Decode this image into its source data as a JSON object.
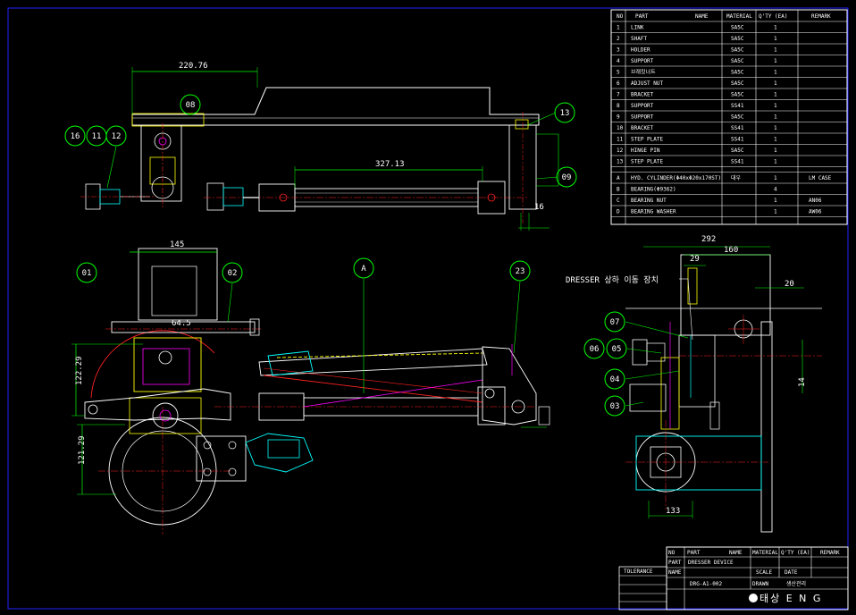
{
  "colors": {
    "background": "#000000",
    "frame": "#2222ff",
    "outline": "#ffffff",
    "dimension": "#00ff00",
    "center_line": "#ff2222",
    "part": "#ffff00",
    "cylinder": "#00ffff",
    "hidden": "#ff00ff"
  },
  "parts_table": {
    "headers": {
      "no": "NO",
      "part": "PART",
      "name": "NAME",
      "material": "MATERIAL",
      "qty": "Q'TY (EA)",
      "remark": "REMARK"
    },
    "rows": [
      {
        "no": "1",
        "name": "LINK",
        "material": "SA5C",
        "qty": "1",
        "remark": ""
      },
      {
        "no": "2",
        "name": "SHAFT",
        "material": "SA5C",
        "qty": "1",
        "remark": ""
      },
      {
        "no": "3",
        "name": "HOLDER",
        "material": "SA5C",
        "qty": "1",
        "remark": ""
      },
      {
        "no": "4",
        "name": "SUPPORT",
        "material": "SA5C",
        "qty": "1",
        "remark": ""
      },
      {
        "no": "5",
        "name": "브래킷너트",
        "material": "SA5C",
        "qty": "1",
        "remark": ""
      },
      {
        "no": "6",
        "name": "ADJUST NUT",
        "material": "SA5C",
        "qty": "1",
        "remark": ""
      },
      {
        "no": "7",
        "name": "BRACKET",
        "material": "SA5C",
        "qty": "1",
        "remark": ""
      },
      {
        "no": "8",
        "name": "SUPPORT",
        "material": "SS41",
        "qty": "1",
        "remark": ""
      },
      {
        "no": "9",
        "name": "SUPPORT",
        "material": "SA5C",
        "qty": "1",
        "remark": ""
      },
      {
        "no": "10",
        "name": "BRACKET",
        "material": "SS41",
        "qty": "1",
        "remark": ""
      },
      {
        "no": "11",
        "name": "STEP PLATE",
        "material": "SS41",
        "qty": "1",
        "remark": ""
      },
      {
        "no": "12",
        "name": "HINGE PIN",
        "material": "SA5C",
        "qty": "1",
        "remark": ""
      },
      {
        "no": "13",
        "name": "STEP PLATE",
        "material": "SS41",
        "qty": "1",
        "remark": ""
      }
    ],
    "purchased": [
      {
        "no": "A",
        "name": "HYD. CYLINDER(Φ40xΦ20x170ST)",
        "material": "대우",
        "qty": "1",
        "remark": "LM CASE"
      },
      {
        "no": "B",
        "name": "BEARING(Φ9362)",
        "material": "",
        "qty": "4",
        "remark": ""
      },
      {
        "no": "C",
        "name": "BEARING NUT",
        "material": "",
        "qty": "1",
        "remark": "AN06"
      },
      {
        "no": "D",
        "name": "BEARING WASHER",
        "material": "",
        "qty": "1",
        "remark": "AW06"
      }
    ]
  },
  "dimensions": {
    "top_width": "220.76",
    "cylinder_length": "327.13",
    "offset_16": "16",
    "base_145": "145",
    "span_64_5": "64.5",
    "height_122_29": "122.29",
    "height_121_29": "121.29",
    "right_292": "292",
    "right_160": "160",
    "right_29": "29",
    "right_20": "20",
    "right_14": "14",
    "right_133": "133"
  },
  "balloons": {
    "b16": "16",
    "b11": "11",
    "b12": "12",
    "b08": "08",
    "b13": "13",
    "b09": "09",
    "b01": "01",
    "b02": "02",
    "bA": "A",
    "b23": "23",
    "b07": "07",
    "b06": "06",
    "b05": "05",
    "b04": "04",
    "b03": "03"
  },
  "notes": {
    "dresser": "DRESSER 상하 이동 장치"
  },
  "title_block": {
    "header_no": "NO",
    "header_part": "PART",
    "header_name": "NAME",
    "header_material": "MATERIAL",
    "header_qty": "Q'TY (EA)",
    "header_remark": "REMARK",
    "part_label": "PART",
    "name_label": "NAME",
    "part_name": "DRESSER DEVICE",
    "scale_label": "SCALE",
    "date_label": "DATE",
    "drawn_label": "DRAWN",
    "project": "생산관리",
    "dwg_no": "DRG-A1-002",
    "tolerance": "TOLERANCE",
    "company": "태상 E N G"
  }
}
